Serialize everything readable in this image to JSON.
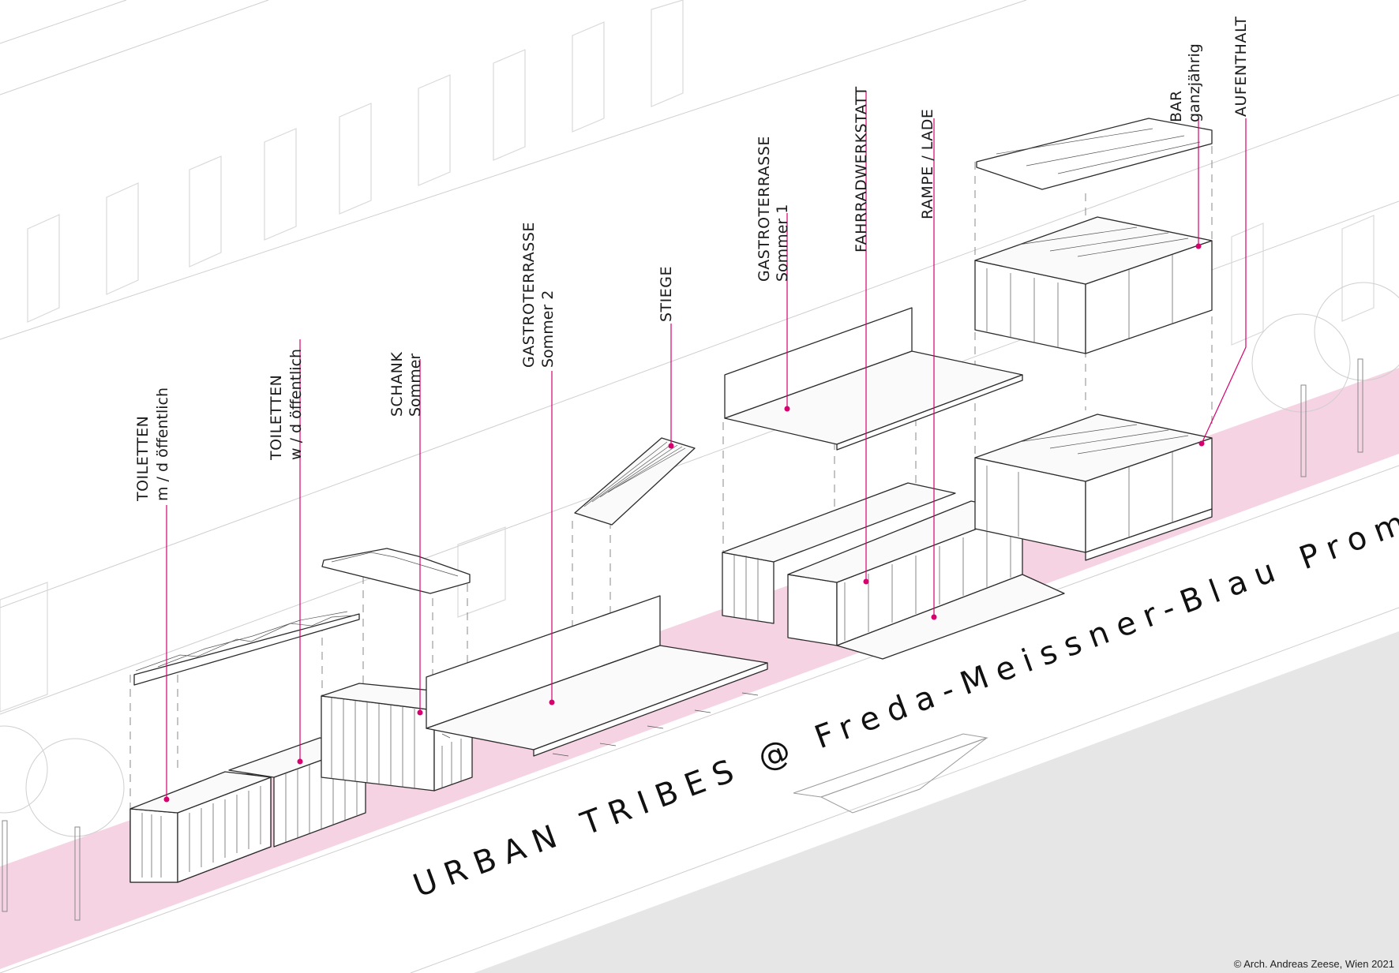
{
  "labels": [
    {
      "id": "toiletten-md",
      "line1": "TOILETTEN",
      "line2": "m / d  öffentlich"
    },
    {
      "id": "toiletten-wd",
      "line1": "TOILETTEN",
      "line2": "w / d  öffentlich"
    },
    {
      "id": "schank",
      "line1": "SCHANK",
      "line2": "Sommer"
    },
    {
      "id": "gastro2",
      "line1": "GASTROTERRASSE",
      "line2": "Sommer 2"
    },
    {
      "id": "stiege",
      "line1": "STIEGE",
      "line2": ""
    },
    {
      "id": "gastro1",
      "line1": "GASTROTERRASSE",
      "line2": "Sommer 1"
    },
    {
      "id": "fahrrad",
      "line1": "FAHRRADWERKSTATT",
      "line2": ""
    },
    {
      "id": "rampe",
      "line1": "RAMPE / LADE",
      "line2": ""
    },
    {
      "id": "bar",
      "line1": "BAR",
      "line2": "ganzjährig"
    },
    {
      "id": "aufenthalt",
      "line1": "AUFENTHALT",
      "line2": ""
    }
  ],
  "title": "URBAN TRIBES  @  Freda-Meissner-Blau Promenade",
  "copyright": "© Arch. Andreas Zeese, Wien 2021",
  "colors": {
    "accent": "#d6006e",
    "promenade": "#f6d3e2",
    "street": "#e6e6e6"
  }
}
